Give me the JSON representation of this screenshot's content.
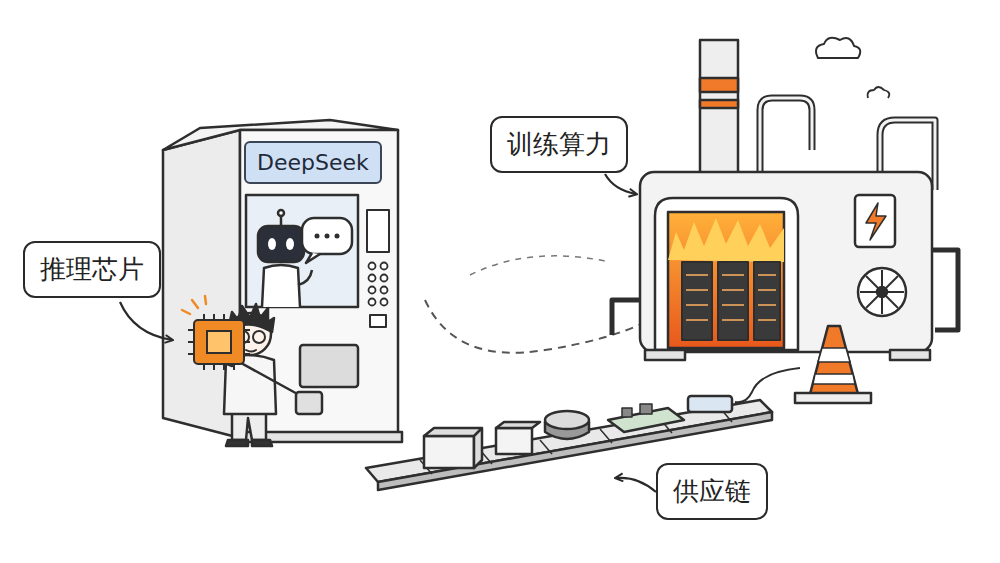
{
  "diagram": {
    "nodes": [
      {
        "text": [
          "DeepSeek"
        ]
      },
      {
        "text": [
          "训练算力"
        ]
      },
      {
        "text": [
          "推理芯片"
        ]
      },
      {
        "text": [
          "供应链"
        ]
      }
    ]
  }
}
